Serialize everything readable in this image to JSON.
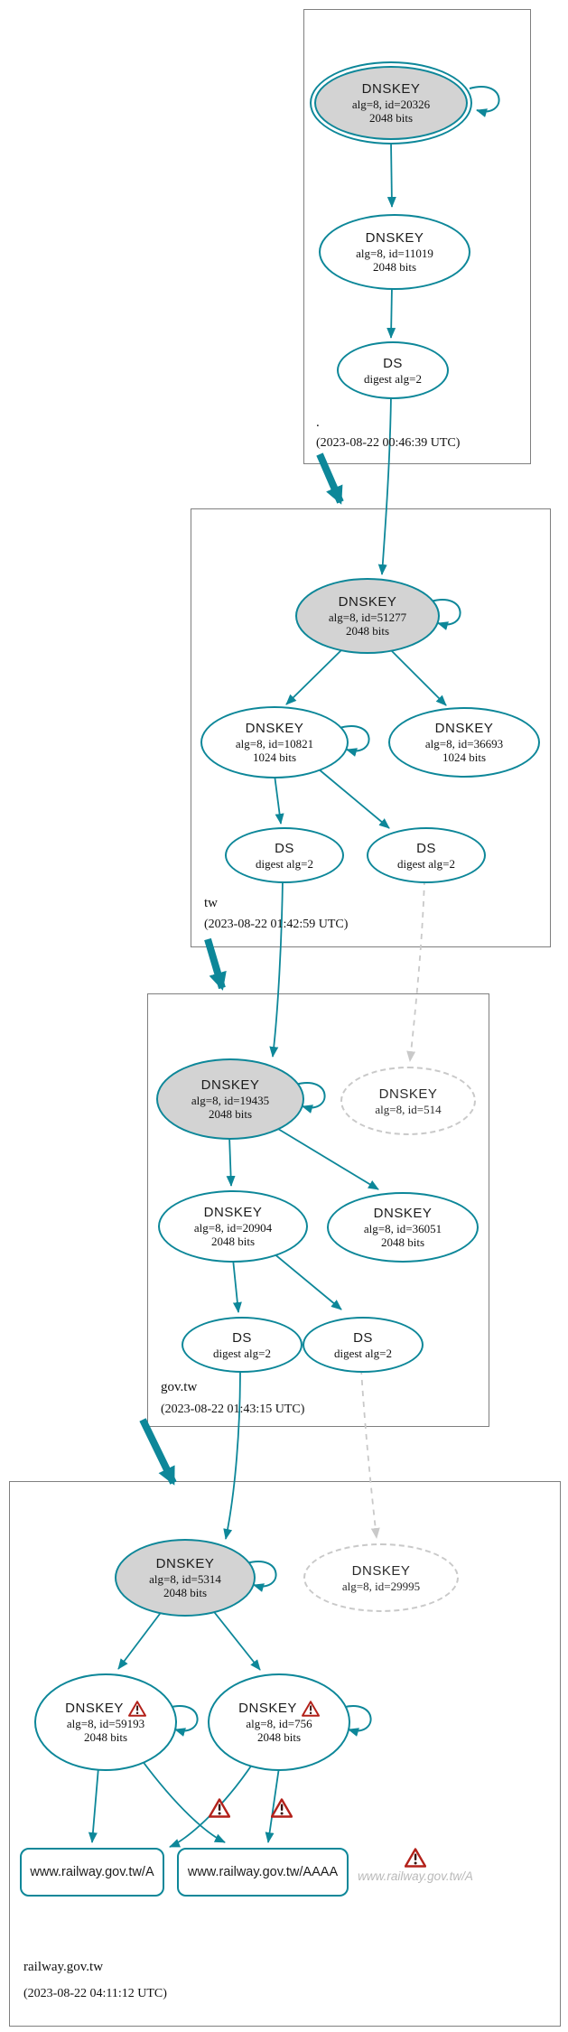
{
  "diagram": {
    "zones": {
      "root": {
        "label": ".",
        "timestamp": "(2023-08-22 00:46:39 UTC)"
      },
      "tw": {
        "label": "tw",
        "timestamp": "(2023-08-22 01:42:59 UTC)"
      },
      "govtw": {
        "label": "gov.tw",
        "timestamp": "(2023-08-22 01:43:15 UTC)"
      },
      "railway": {
        "label": "railway.gov.tw",
        "timestamp": "(2023-08-22 04:11:12 UTC)"
      }
    },
    "nodes": {
      "root_ksk": {
        "type": "DNSKEY",
        "meta": "alg=8, id=20326",
        "bits": "2048 bits"
      },
      "root_zsk": {
        "type": "DNSKEY",
        "meta": "alg=8, id=11019",
        "bits": "2048 bits"
      },
      "root_ds": {
        "type": "DS",
        "meta": "digest alg=2"
      },
      "tw_ksk": {
        "type": "DNSKEY",
        "meta": "alg=8, id=51277",
        "bits": "2048 bits"
      },
      "tw_zsk_10821": {
        "type": "DNSKEY",
        "meta": "alg=8, id=10821",
        "bits": "1024 bits"
      },
      "tw_zsk_36693": {
        "type": "DNSKEY",
        "meta": "alg=8, id=36693",
        "bits": "1024 bits"
      },
      "tw_ds_left": {
        "type": "DS",
        "meta": "digest alg=2"
      },
      "tw_ds_right": {
        "type": "DS",
        "meta": "digest alg=2"
      },
      "govtw_ksk": {
        "type": "DNSKEY",
        "meta": "alg=8, id=19435",
        "bits": "2048 bits"
      },
      "govtw_missing": {
        "type": "DNSKEY",
        "meta": "alg=8, id=514"
      },
      "govtw_zsk_20904": {
        "type": "DNSKEY",
        "meta": "alg=8, id=20904",
        "bits": "2048 bits"
      },
      "govtw_zsk_36051": {
        "type": "DNSKEY",
        "meta": "alg=8, id=36051",
        "bits": "2048 bits"
      },
      "govtw_ds_left": {
        "type": "DS",
        "meta": "digest alg=2"
      },
      "govtw_ds_right": {
        "type": "DS",
        "meta": "digest alg=2"
      },
      "rail_ksk": {
        "type": "DNSKEY",
        "meta": "alg=8, id=5314",
        "bits": "2048 bits"
      },
      "rail_missing": {
        "type": "DNSKEY",
        "meta": "alg=8, id=29995"
      },
      "rail_zsk_59193": {
        "type": "DNSKEY",
        "meta": "alg=8, id=59193",
        "bits": "2048 bits"
      },
      "rail_zsk_756": {
        "type": "DNSKEY",
        "meta": "alg=8, id=756",
        "bits": "2048 bits"
      },
      "rrset_a": {
        "label": "www.railway.gov.tw/A"
      },
      "rrset_aaaa": {
        "label": "www.railway.gov.tw/AAAA"
      },
      "rrset_error": {
        "label": "www.railway.gov.tw/A"
      }
    },
    "colors": {
      "secure_teal": "#0d8799",
      "node_fill": "#d3d3d3",
      "warning_red": "#b3211a",
      "dashed_gray": "#c9c9c9",
      "zone_border": "#7f7f7f"
    }
  }
}
